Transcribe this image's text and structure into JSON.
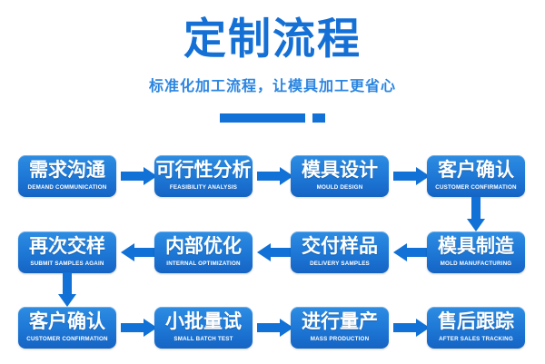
{
  "header": {
    "title": "定制流程",
    "subtitle": "标准化加工流程，让模具加工更省心"
  },
  "colors": {
    "accent": "#1171d6",
    "title": "#1570d6",
    "subtitle": "#2b85e0",
    "node_top": "#2e8de2",
    "node_bottom": "#1564c4",
    "node_text": "#ffffff",
    "background": "#ffffff"
  },
  "flow": {
    "rows": [
      {
        "direction": "right",
        "nodes": [
          {
            "cn": "需求沟通",
            "en": "DEMAND COMMUNICATION"
          },
          {
            "cn": "可行性分析",
            "en": "FEASIBILITY ANALYSIS"
          },
          {
            "cn": "模具设计",
            "en": "MOULD DESIGN"
          },
          {
            "cn": "客户确认",
            "en": "CUSTOMER CONFIRMATION"
          }
        ]
      },
      {
        "direction": "left",
        "nodes": [
          {
            "cn": "再次交样",
            "en": "SUBMIT SAMPLES AGAIN"
          },
          {
            "cn": "内部优化",
            "en": "INTERNAL OPTIMIZATION"
          },
          {
            "cn": "交付样品",
            "en": "DELIVERY SAMPLES"
          },
          {
            "cn": "模具制造",
            "en": "MOLD MANUFACTURING"
          }
        ]
      },
      {
        "direction": "right",
        "nodes": [
          {
            "cn": "客户确认",
            "en": "CUSTOMER CONFIRMATION"
          },
          {
            "cn": "小批量试",
            "en": "SMALL BATCH TEST"
          },
          {
            "cn": "进行量产",
            "en": "MASS PRODUCTION"
          },
          {
            "cn": "售后跟踪",
            "en": "AFTER SALES TRACKING"
          }
        ]
      }
    ],
    "connectors": {
      "down_right": "down-arrow",
      "down_left": "down-arrow"
    }
  }
}
